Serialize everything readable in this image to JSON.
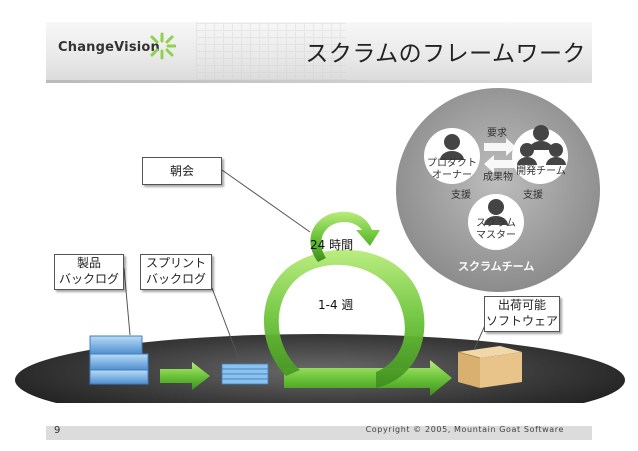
{
  "header": {
    "logo_text": "ChangeVision",
    "title": "スクラムのフレームワーク"
  },
  "labels": {
    "morning": "朝会",
    "product_backlog_line1": "製品",
    "product_backlog_line2": "バックログ",
    "sprint_backlog_line1": "スプリント",
    "sprint_backlog_line2": "バックログ",
    "shippable_line1": "出荷可能",
    "shippable_line2": "ソフトウェア",
    "hours": "24 時間",
    "weeks": "1-4 週"
  },
  "team": {
    "product_owner_line1": "プロダクト",
    "product_owner_line2": "オーナー",
    "dev_team": "開発チーム",
    "scrum_master_line1": "スクラム",
    "scrum_master_line2": "マスター",
    "requirements": "要求",
    "deliverables": "成果物",
    "support_left": "支援",
    "support_right": "支援",
    "caption": "スクラムチーム"
  },
  "footer": {
    "page_number": "9",
    "copyright": "Copyright © 2005, Mountain Goat Software"
  },
  "colors": {
    "accent_green": "#8fd14f",
    "arrow_green": "#5cb82e",
    "team_circle": "#a9a9a9",
    "stack_blue": "#7fb2e0"
  }
}
